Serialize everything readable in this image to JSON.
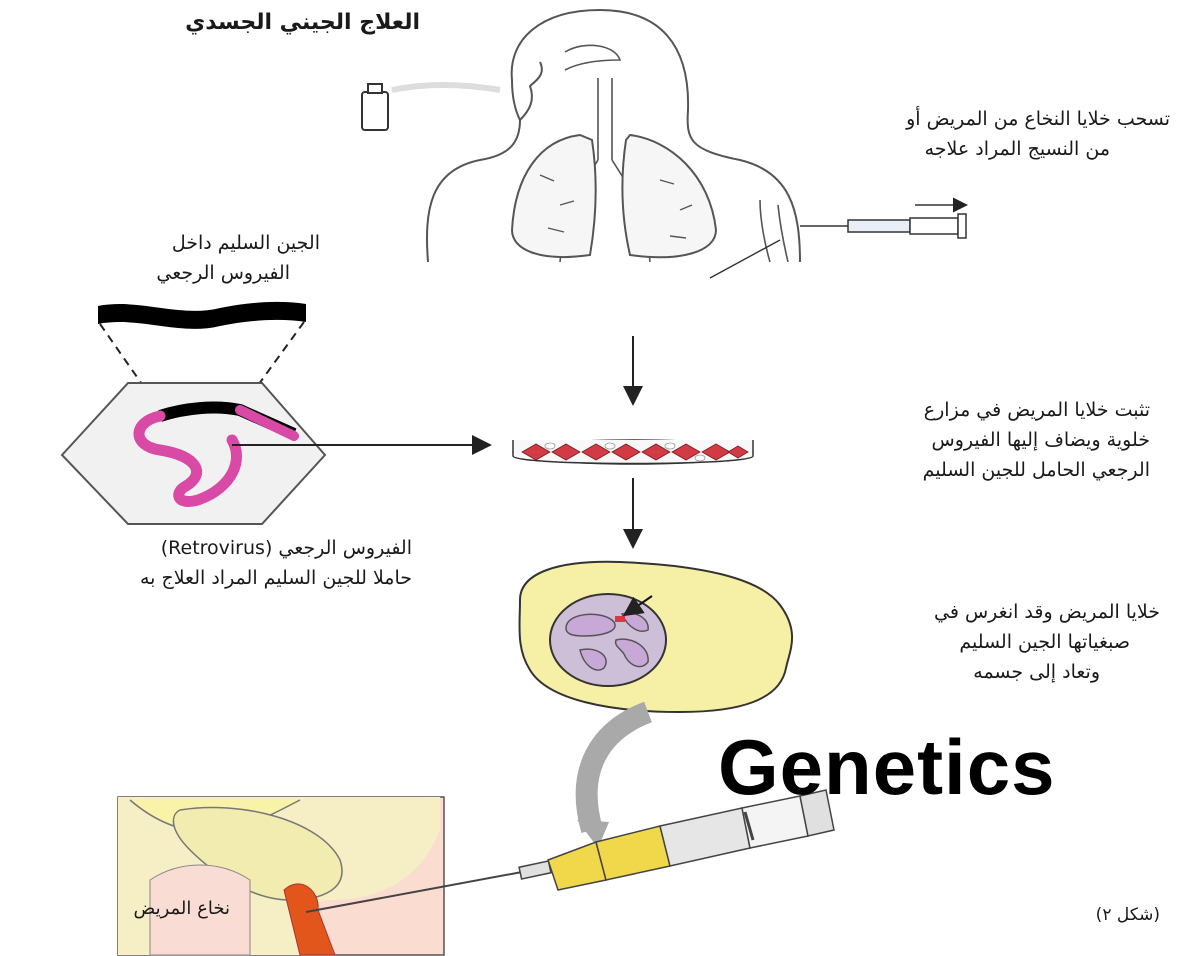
{
  "title": "العلاج الجيني الجسدي",
  "captions": {
    "extract_cells": [
      "تسحب خلايا النخاع من المريض أو",
      "من النسيج المراد علاجه"
    ],
    "gene_inside_virus": [
      "الجين السليم داخل",
      "الفيروس الرجعي"
    ],
    "retrovirus": [
      "الفيروس الرجعي (Retrovirus)",
      "حاملا للجين السليم المراد العلاج به"
    ],
    "culture": [
      "تثبت خلايا المريض في مزارع",
      "خلوية ويضاف إليها الفيروس",
      "الرجعي الحامل للجين السليم"
    ],
    "modified_cells": [
      "خلايا المريض وقد انغرس في",
      "صبغياتها الجين السليم",
      "وتعاد إلى جسمه"
    ],
    "marrow": "نخاع المريض",
    "figure_label": "(شكل ٢)"
  },
  "watermark": "Genetics",
  "colors": {
    "virus": "#d94aa6",
    "cell_fill": "#f6f0a6",
    "nucleus": "#cdbfd8",
    "culture_red": "#d23a44",
    "syringe_yellow": "#f1d84a",
    "marrow_orange": "#e2561c",
    "gray_arrow": "#a9a9a9"
  }
}
